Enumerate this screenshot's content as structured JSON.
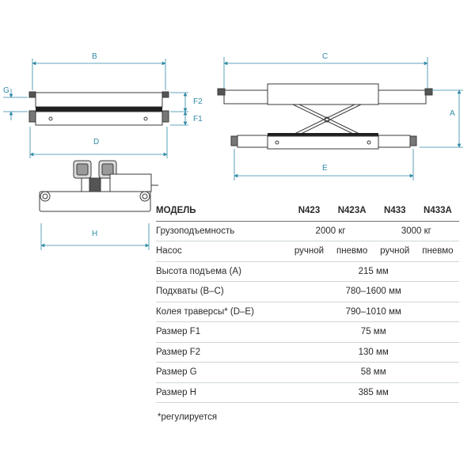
{
  "dimension_labels": {
    "B": "B",
    "C": "C",
    "D": "D",
    "E": "E",
    "F1": "F1",
    "F2": "F2",
    "G": "G",
    "A": "A",
    "H": "H"
  },
  "colors": {
    "dimension": "#2f8aa6",
    "outline": "#3a3a3a",
    "rail": "#1f1f1f"
  },
  "table": {
    "header": {
      "label": "МОДЕЛЬ",
      "models": [
        "N423",
        "N423A",
        "N433",
        "N433A"
      ]
    },
    "capacity": {
      "label": "Грузоподъемность",
      "values": [
        "2000 кг",
        "3000 кг"
      ]
    },
    "pump": {
      "label": "Насос",
      "values": [
        "ручной",
        "пневмо",
        "ручной",
        "пневмо"
      ]
    },
    "rows": [
      {
        "label": "Высота подъема (A)",
        "value": "215 мм"
      },
      {
        "label": "Подхваты (B–C)",
        "value": "780–1600 мм"
      },
      {
        "label": "Колея траверсы* (D–E)",
        "value": "790–1010 мм"
      },
      {
        "label": "Размер F1",
        "value": "75 мм"
      },
      {
        "label": "Размер F2",
        "value": "130 мм"
      },
      {
        "label": "Размер G",
        "value": "58 мм"
      },
      {
        "label": "Размер H",
        "value": "385 мм"
      }
    ]
  },
  "footnote": "*регулируется"
}
